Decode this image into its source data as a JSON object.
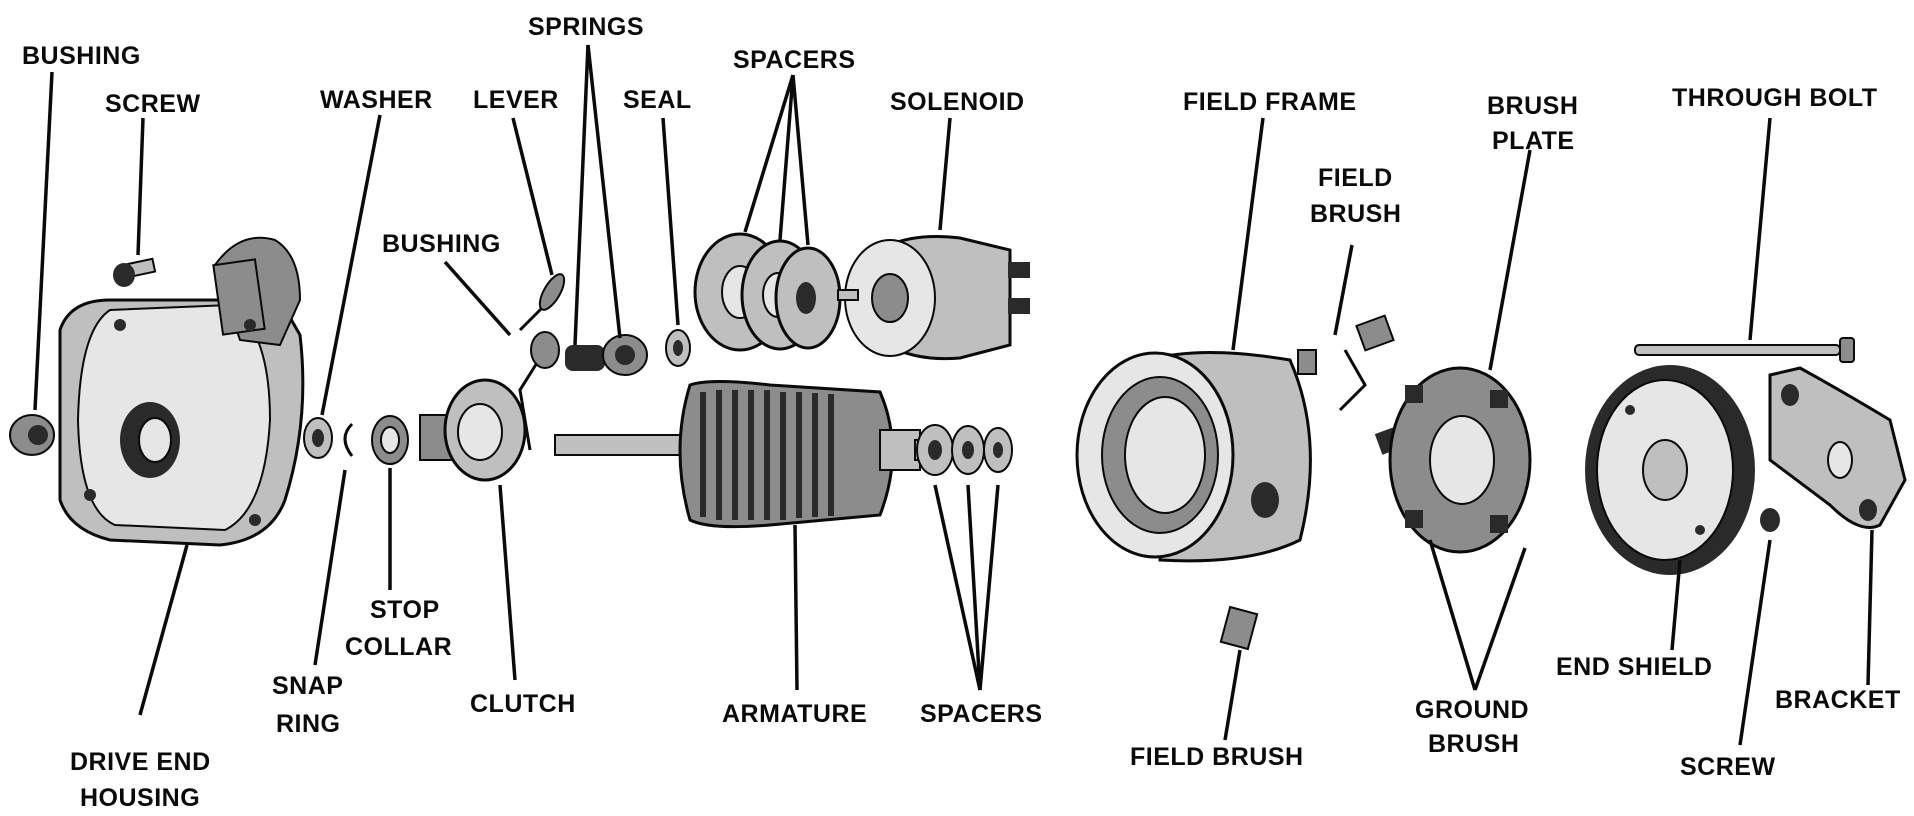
{
  "labels": {
    "bushing_top": "BUSHING",
    "screw_top": "SCREW",
    "washer": "WASHER",
    "lever": "LEVER",
    "springs": "SPRINGS",
    "seal": "SEAL",
    "spacers_top": "SPACERS",
    "solenoid": "SOLENOID",
    "bushing_mid": "BUSHING",
    "field_frame": "FIELD FRAME",
    "field_brush_top_1": "FIELD",
    "field_brush_top_2": "BRUSH",
    "brush_plate_1": "BRUSH",
    "brush_plate_2": "PLATE",
    "through_bolt": "THROUGH BOLT",
    "drive_end_housing_1": "DRIVE END",
    "drive_end_housing_2": "HOUSING",
    "snap_ring_1": "SNAP",
    "snap_ring_2": "RING",
    "stop_collar_1": "STOP",
    "stop_collar_2": "COLLAR",
    "clutch": "CLUTCH",
    "armature": "ARMATURE",
    "spacers_bottom": "SPACERS",
    "field_brush_bottom": "FIELD BRUSH",
    "ground_brush_1": "GROUND",
    "ground_brush_2": "BRUSH",
    "end_shield": "END SHIELD",
    "bracket": "BRACKET",
    "screw_bottom": "SCREW"
  }
}
